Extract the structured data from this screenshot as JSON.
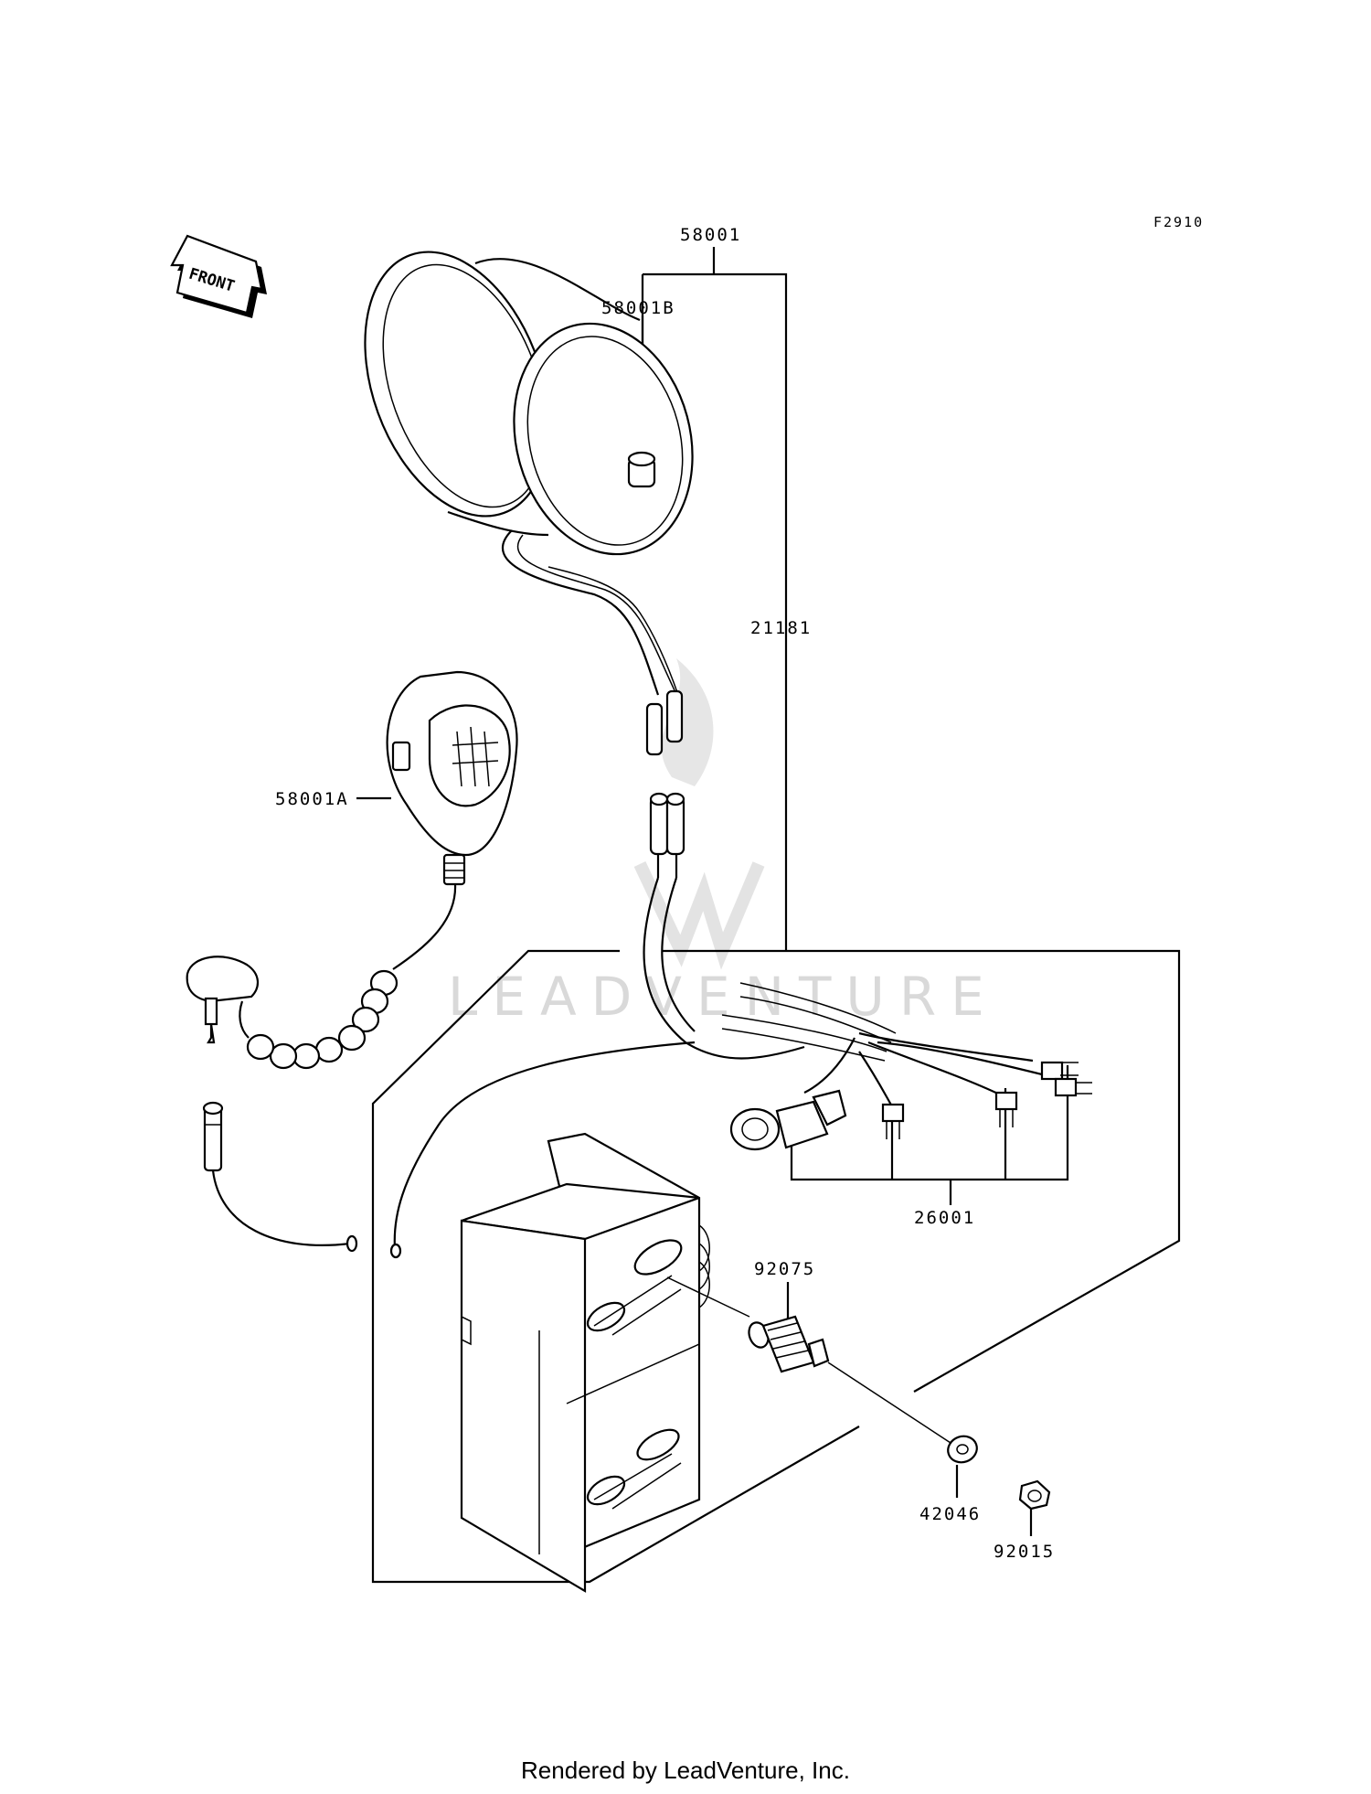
{
  "figure_code": "F2910",
  "front_label": "FRONT",
  "watermark": "LEADVENTURE",
  "footer": "Rendered by LeadVenture, Inc.",
  "callouts": {
    "c58001": "58001",
    "c58001B": "58001B",
    "c58001A": "58001A",
    "c21181": "21181",
    "c26001": "26001",
    "c92075": "92075",
    "c42046": "42046",
    "c92015": "92015"
  }
}
